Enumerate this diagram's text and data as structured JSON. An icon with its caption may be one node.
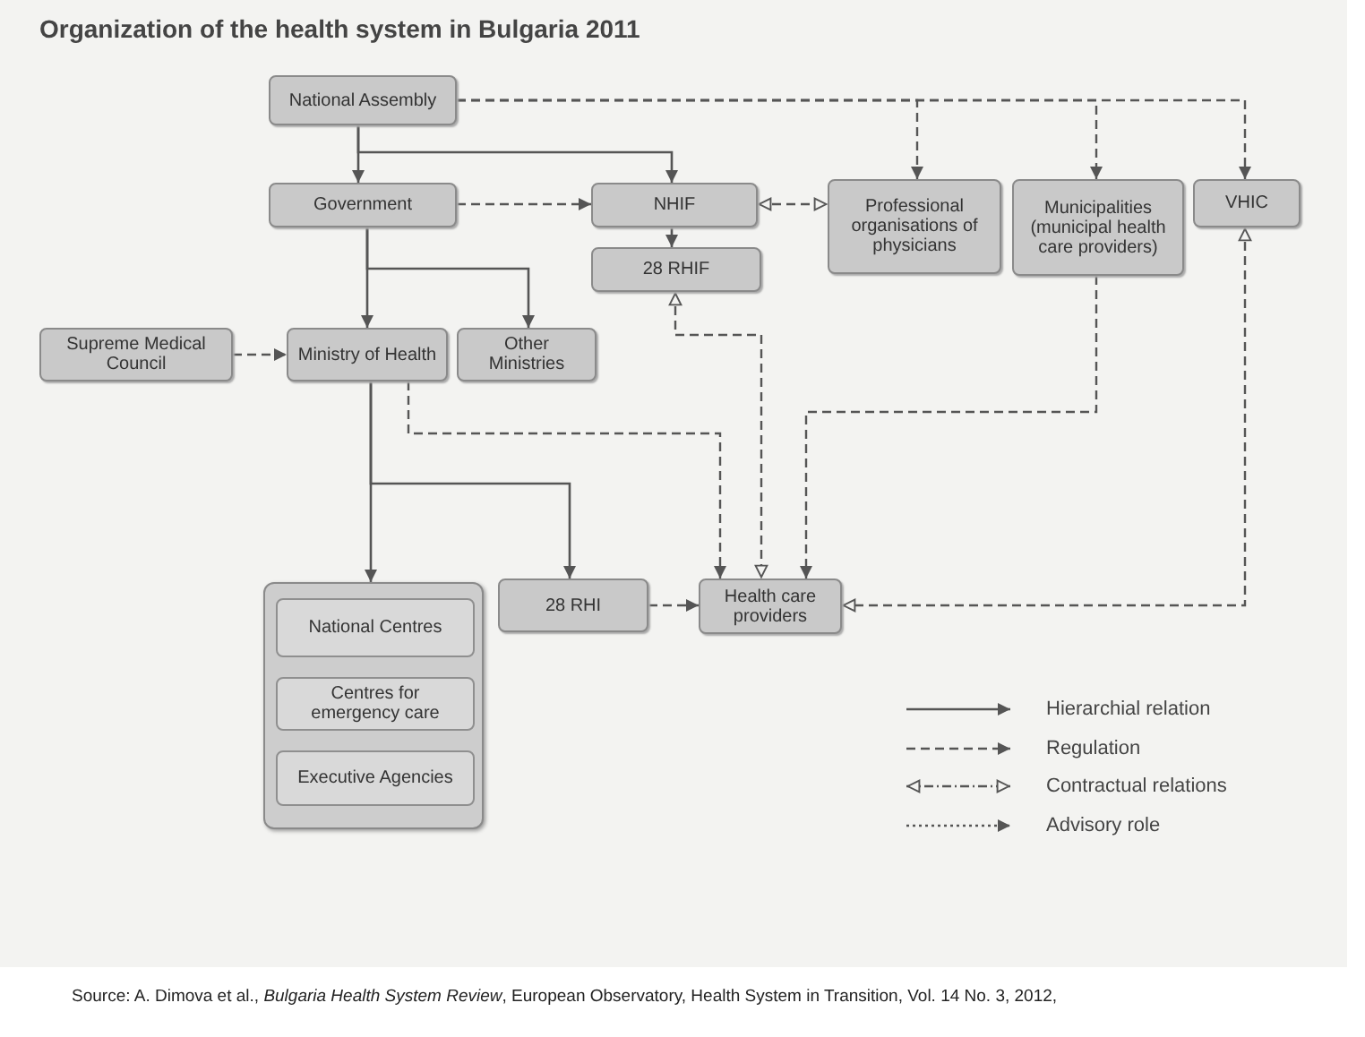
{
  "diagram": {
    "title": "Organization of the health system in Bulgaria 2011",
    "caption": "Source:  A. Dimova et al., *Bulgaria Health System Review*, European Observatory, Health System in Transition, Vol. 14 No. 3, 2012,",
    "nodes": [
      {
        "text": [
          "National Assembly"
        ]
      },
      {
        "text": [
          "Government"
        ]
      },
      {
        "text": [
          "NHIF"
        ]
      },
      {
        "text": [
          "28 RHIF"
        ]
      },
      {
        "text": [
          "Professional organisations of physicians"
        ]
      },
      {
        "text": [
          "Municipalities (municipal health care providers)"
        ]
      },
      {
        "text": [
          "VHIC"
        ]
      },
      {
        "text": [
          "Supreme Medical Council"
        ]
      },
      {
        "text": [
          "Ministry of Health"
        ]
      },
      {
        "text": [
          "Other Ministries"
        ]
      },
      {
        "text": [],
        "shape": "box"
      },
      {
        "text": [
          "National Centres"
        ],
        "in": 10
      },
      {
        "text": [
          "Centres for emergency care"
        ],
        "in": 10
      },
      {
        "text": [
          "Executive Agencies"
        ],
        "in": 10
      },
      {
        "text": [
          "28 RHI"
        ]
      },
      {
        "text": [
          "Health care providers"
        ]
      }
    ],
    "edges": [
      {
        "from": 0,
        "to": 1,
        "arrow": "to"
      },
      {
        "from": 0,
        "to": 2,
        "arrow": "to"
      },
      {
        "from": 0,
        "to": 4,
        "arrow": "to",
        "style": "dashed"
      },
      {
        "from": 0,
        "to": 5,
        "arrow": "to",
        "style": "dashed"
      },
      {
        "from": 0,
        "to": 6,
        "arrow": "to",
        "style": "dashed"
      },
      {
        "from": 1,
        "to": 2,
        "arrow": "to",
        "style": "dashed"
      },
      {
        "from": 2,
        "to": 3,
        "arrow": "to"
      },
      {
        "from": 2,
        "to": 4,
        "arrow": "both",
        "style": "dashed"
      },
      {
        "from": 1,
        "to": 8,
        "arrow": "to"
      },
      {
        "from": 1,
        "to": 9,
        "arrow": "to"
      },
      {
        "from": 7,
        "to": 8,
        "arrow": "to",
        "style": "dashed"
      },
      {
        "from": 8,
        "to": 10,
        "arrow": "to"
      },
      {
        "from": 8,
        "to": 14,
        "arrow": "to"
      },
      {
        "from": 8,
        "to": 15,
        "arrow": "to",
        "style": "dashed"
      },
      {
        "from": 3,
        "to": 15,
        "arrow": "both",
        "style": "dashed"
      },
      {
        "from": 5,
        "to": 15,
        "arrow": "to",
        "style": "dashed"
      },
      {
        "from": 6,
        "to": 15,
        "arrow": "both",
        "style": "dashed"
      },
      {
        "from": 14,
        "to": 15,
        "arrow": "to",
        "style": "dashed"
      }
    ],
    "legend": [
      {
        "text": "Hierarchial relation"
      },
      {
        "text": "Regulation"
      },
      {
        "text": "Contractual relations"
      },
      {
        "text": "Advisory role"
      }
    ]
  }
}
